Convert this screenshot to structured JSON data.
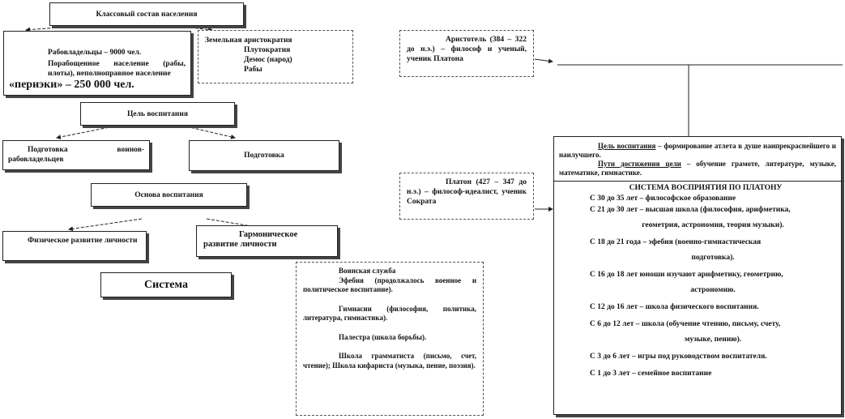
{
  "classes": {
    "title": "Классовый состав населения"
  },
  "slaveowners": {
    "line1": "Рабовладельцы – 9000 чел.",
    "line2": "Порабощенное население (рабы, илоты), неполноправное население",
    "line3_quote": "«периэки»",
    "line3_rest": " – 250 000 чел."
  },
  "aristocracy": {
    "title": "Земельная аристократия",
    "items": [
      "Плутократия",
      "Демос (народ)",
      "Рабы"
    ]
  },
  "aristotle": {
    "text": "Аристотель (384 – 322 до н.э.) – философ и ученый, ученик Платона"
  },
  "goal": {
    "title": "Цель воспитания"
  },
  "prep_warrior": {
    "text": "Подготовка воинов-рабовладельцев"
  },
  "prep": {
    "text": "Подготовка"
  },
  "basis": {
    "title": "Основа воспитания"
  },
  "physical": {
    "text": "Физическое развитие личности"
  },
  "harmonic": {
    "text": "Гармоническое развитие личности"
  },
  "system": {
    "title": "Система"
  },
  "military": {
    "title": "Воинская служба",
    "ephebia": "Эфебия (продолжалось военное и политическое воспитание).",
    "gymnasium": "Гимнасии (философия, политика, литература, гимнастика).",
    "palestra": "Палестра (школа борьбы).",
    "schools": "Школа грамматиста (письмо, счет, чтение); Школа кифариста (музыка, пение, поэзия)."
  },
  "plato": {
    "text": "Платон (427 – 347 до н.э.) – философ-идеалист, ученик Сократа"
  },
  "plato_goal": {
    "label": "Цель воспитания",
    "rest": " – формирование атлета в душе наипрекраснейшего и наилучшего.",
    "path_label": "Пути достижения цели",
    "path_rest": " – обучение грамоте, литературе, музыке, математике, гимнастике."
  },
  "plato_system": {
    "title": "СИСТЕМА ВОСПРИЯТИЯ ПО ПЛАТОНУ",
    "items": [
      {
        "main": "С 30 до 35 лет – философское образование",
        "cont": ""
      },
      {
        "main": "С 21 до 30 лет – высшая школа (философия, арифметика,",
        "cont": "геометрия, астрономия, теория музыки)."
      },
      {
        "main": "С 18 до 21 года – эфебия (военно-гимнастическая",
        "cont": "подготовка)."
      },
      {
        "main": "С 16 до 18 лет юноши изучают арифметику, геометрию,",
        "cont": "астрономию."
      },
      {
        "main": "С 12 до 16 лет – школа физического воспитания.",
        "cont": ""
      },
      {
        "main": "С 6 до 12 лет – школа (обучение чтению, письму, счету,",
        "cont": "музыке, пению)."
      },
      {
        "main": "С 3 до 6 лет – игры под руководством воспитателя.",
        "cont": ""
      },
      {
        "main": "С 1 до 3 лет – семейное воспитание",
        "cont": ""
      }
    ]
  }
}
